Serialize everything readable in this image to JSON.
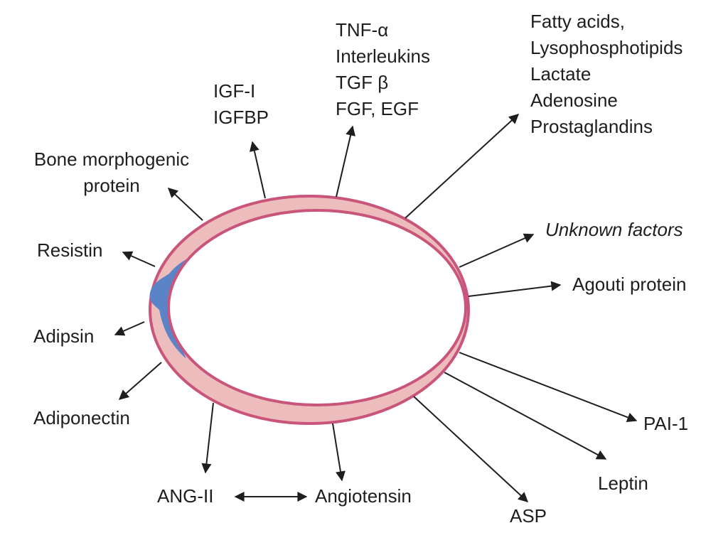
{
  "diagram": {
    "type": "secretory-factors-of-adipocyte",
    "center_object": "adipocyte",
    "colors": {
      "membrane_stroke": "#c9557a",
      "cytoplasm_fill": "#edbcbc",
      "nucleus_fill": "#5b84c8",
      "arrow": "#1e1e1e",
      "text": "#1e1e1e"
    },
    "labels": {
      "igf": [
        "IGF-I",
        "IGFBP"
      ],
      "cytokines": [
        "TNF-α",
        "Interleukins",
        "TGF β",
        "FGF, EGF"
      ],
      "lipids": [
        "Fatty acids,",
        "Lysophosphotipids",
        "Lactate",
        "Adenosine",
        "Prostaglandins"
      ],
      "bmp": [
        "Bone morphogenic",
        "protein"
      ],
      "resistin": "Resistin",
      "adipsin": "Adipsin",
      "adiponectin": "Adiponectin",
      "ang2": "ANG-II",
      "angiotensin": "Angiotensin",
      "asp": "ASP",
      "leptin": "Leptin",
      "pai1": "PAI-1",
      "agouti": "Agouti protein",
      "unknown": "Unknown factors"
    },
    "relations": [
      {
        "from": "adipocyte",
        "to": "igf",
        "kind": "secretes"
      },
      {
        "from": "adipocyte",
        "to": "cytokines",
        "kind": "secretes"
      },
      {
        "from": "adipocyte",
        "to": "lipids",
        "kind": "secretes"
      },
      {
        "from": "adipocyte",
        "to": "bmp",
        "kind": "secretes"
      },
      {
        "from": "adipocyte",
        "to": "resistin",
        "kind": "secretes"
      },
      {
        "from": "adipocyte",
        "to": "adipsin",
        "kind": "secretes"
      },
      {
        "from": "adipocyte",
        "to": "adiponectin",
        "kind": "secretes"
      },
      {
        "from": "adipocyte",
        "to": "ang2",
        "kind": "secretes"
      },
      {
        "from": "adipocyte",
        "to": "angiotensin",
        "kind": "secretes"
      },
      {
        "from": "ang2",
        "to": "angiotensin",
        "kind": "bidirectional"
      },
      {
        "from": "adipocyte",
        "to": "asp",
        "kind": "secretes"
      },
      {
        "from": "adipocyte",
        "to": "leptin",
        "kind": "secretes"
      },
      {
        "from": "adipocyte",
        "to": "pai1",
        "kind": "secretes"
      },
      {
        "from": "adipocyte",
        "to": "agouti",
        "kind": "secretes"
      },
      {
        "from": "adipocyte",
        "to": "unknown",
        "kind": "secretes"
      }
    ]
  }
}
